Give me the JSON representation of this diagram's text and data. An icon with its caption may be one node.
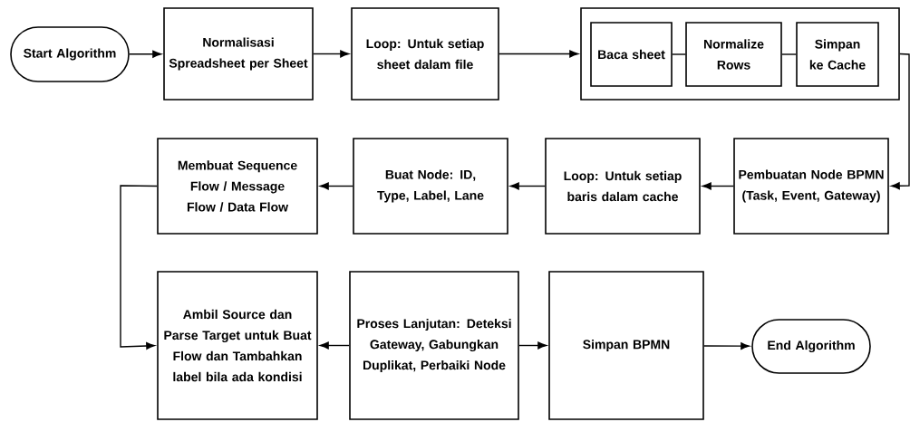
{
  "diagram": {
    "nodes": [
      {
        "text": [
          "Start Algorithm"
        ]
      },
      {
        "text": [
          "Normalisasi Spreadsheet per Sheet"
        ]
      },
      {
        "text": [
          "Loop: Untuk setiap sheet dalam file"
        ]
      },
      {
        "text": [],
        "shape": "box"
      },
      {
        "text": [
          "Baca sheet"
        ],
        "in": 3
      },
      {
        "text": [
          "Normalize Rows"
        ],
        "in": 3
      },
      {
        "text": [
          "Simpan ke Cache"
        ],
        "in": 3
      },
      {
        "text": [
          "Pembuatan Node BPMN (Task, Event, Gateway)"
        ]
      },
      {
        "text": [
          "Loop: Untuk setiap baris dalam cache"
        ]
      },
      {
        "text": [
          "Buat Node: ID, Type, Label, Lane"
        ]
      },
      {
        "text": [
          "Membuat Sequence Flow / Message Flow / Data Flow"
        ]
      },
      {
        "text": [
          "Ambil Source dan Parse Target untuk Buat Flow dan Tambahkan label bila ada kondisi"
        ]
      },
      {
        "text": [
          "Proses Lanjutan: Deteksi Gateway, Gabungkan Duplikat, Perbaiki Node"
        ]
      },
      {
        "text": [
          "Simpan BPMN"
        ]
      },
      {
        "text": [
          "End Algorithm"
        ]
      }
    ],
    "edges": [
      {
        "from": 0,
        "to": 1,
        "arrow": "to"
      },
      {
        "from": 1,
        "to": 2,
        "arrow": "to"
      },
      {
        "from": 2,
        "to": 3,
        "arrow": "to"
      },
      {
        "from": 4,
        "to": 5,
        "arrow": "none"
      },
      {
        "from": 5,
        "to": 6,
        "arrow": "none"
      },
      {
        "from": 3,
        "to": 7,
        "arrow": "to"
      },
      {
        "from": 7,
        "to": 8,
        "arrow": "to"
      },
      {
        "from": 8,
        "to": 9,
        "arrow": "to"
      },
      {
        "from": 9,
        "to": 10,
        "arrow": "to"
      },
      {
        "from": 10,
        "to": 11,
        "arrow": "to"
      },
      {
        "from": 12,
        "to": 11,
        "arrow": "to"
      },
      {
        "from": 12,
        "to": 13,
        "arrow": "to"
      },
      {
        "from": 13,
        "to": 14,
        "arrow": "to"
      }
    ]
  }
}
